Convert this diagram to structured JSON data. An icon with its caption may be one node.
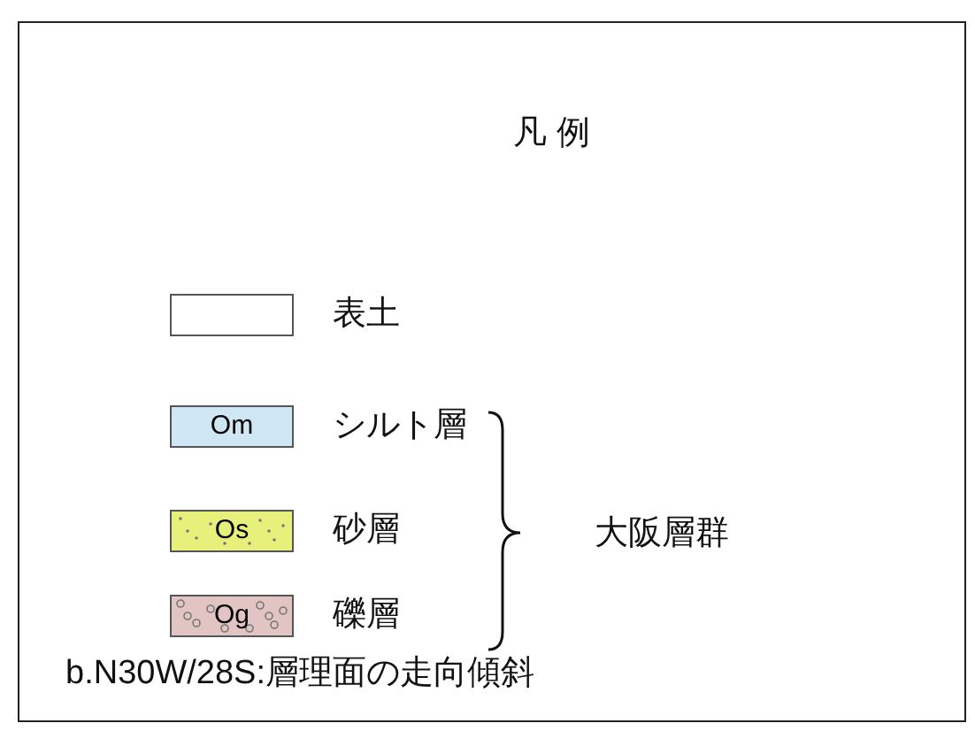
{
  "diagram": {
    "title": "凡 例",
    "legend": [
      {
        "text": "表土",
        "color": "#ffffff"
      },
      {
        "text": "シルト層",
        "color": "#cfe6f5"
      },
      {
        "text": "砂層",
        "color": "#e6f07a"
      },
      {
        "text": "礫層",
        "color": "#e2c4c2"
      }
    ],
    "labels": [
      "Om",
      "Os",
      "Og",
      "大阪層群",
      "b.N30W/28S:層理面の走向傾斜"
    ]
  }
}
